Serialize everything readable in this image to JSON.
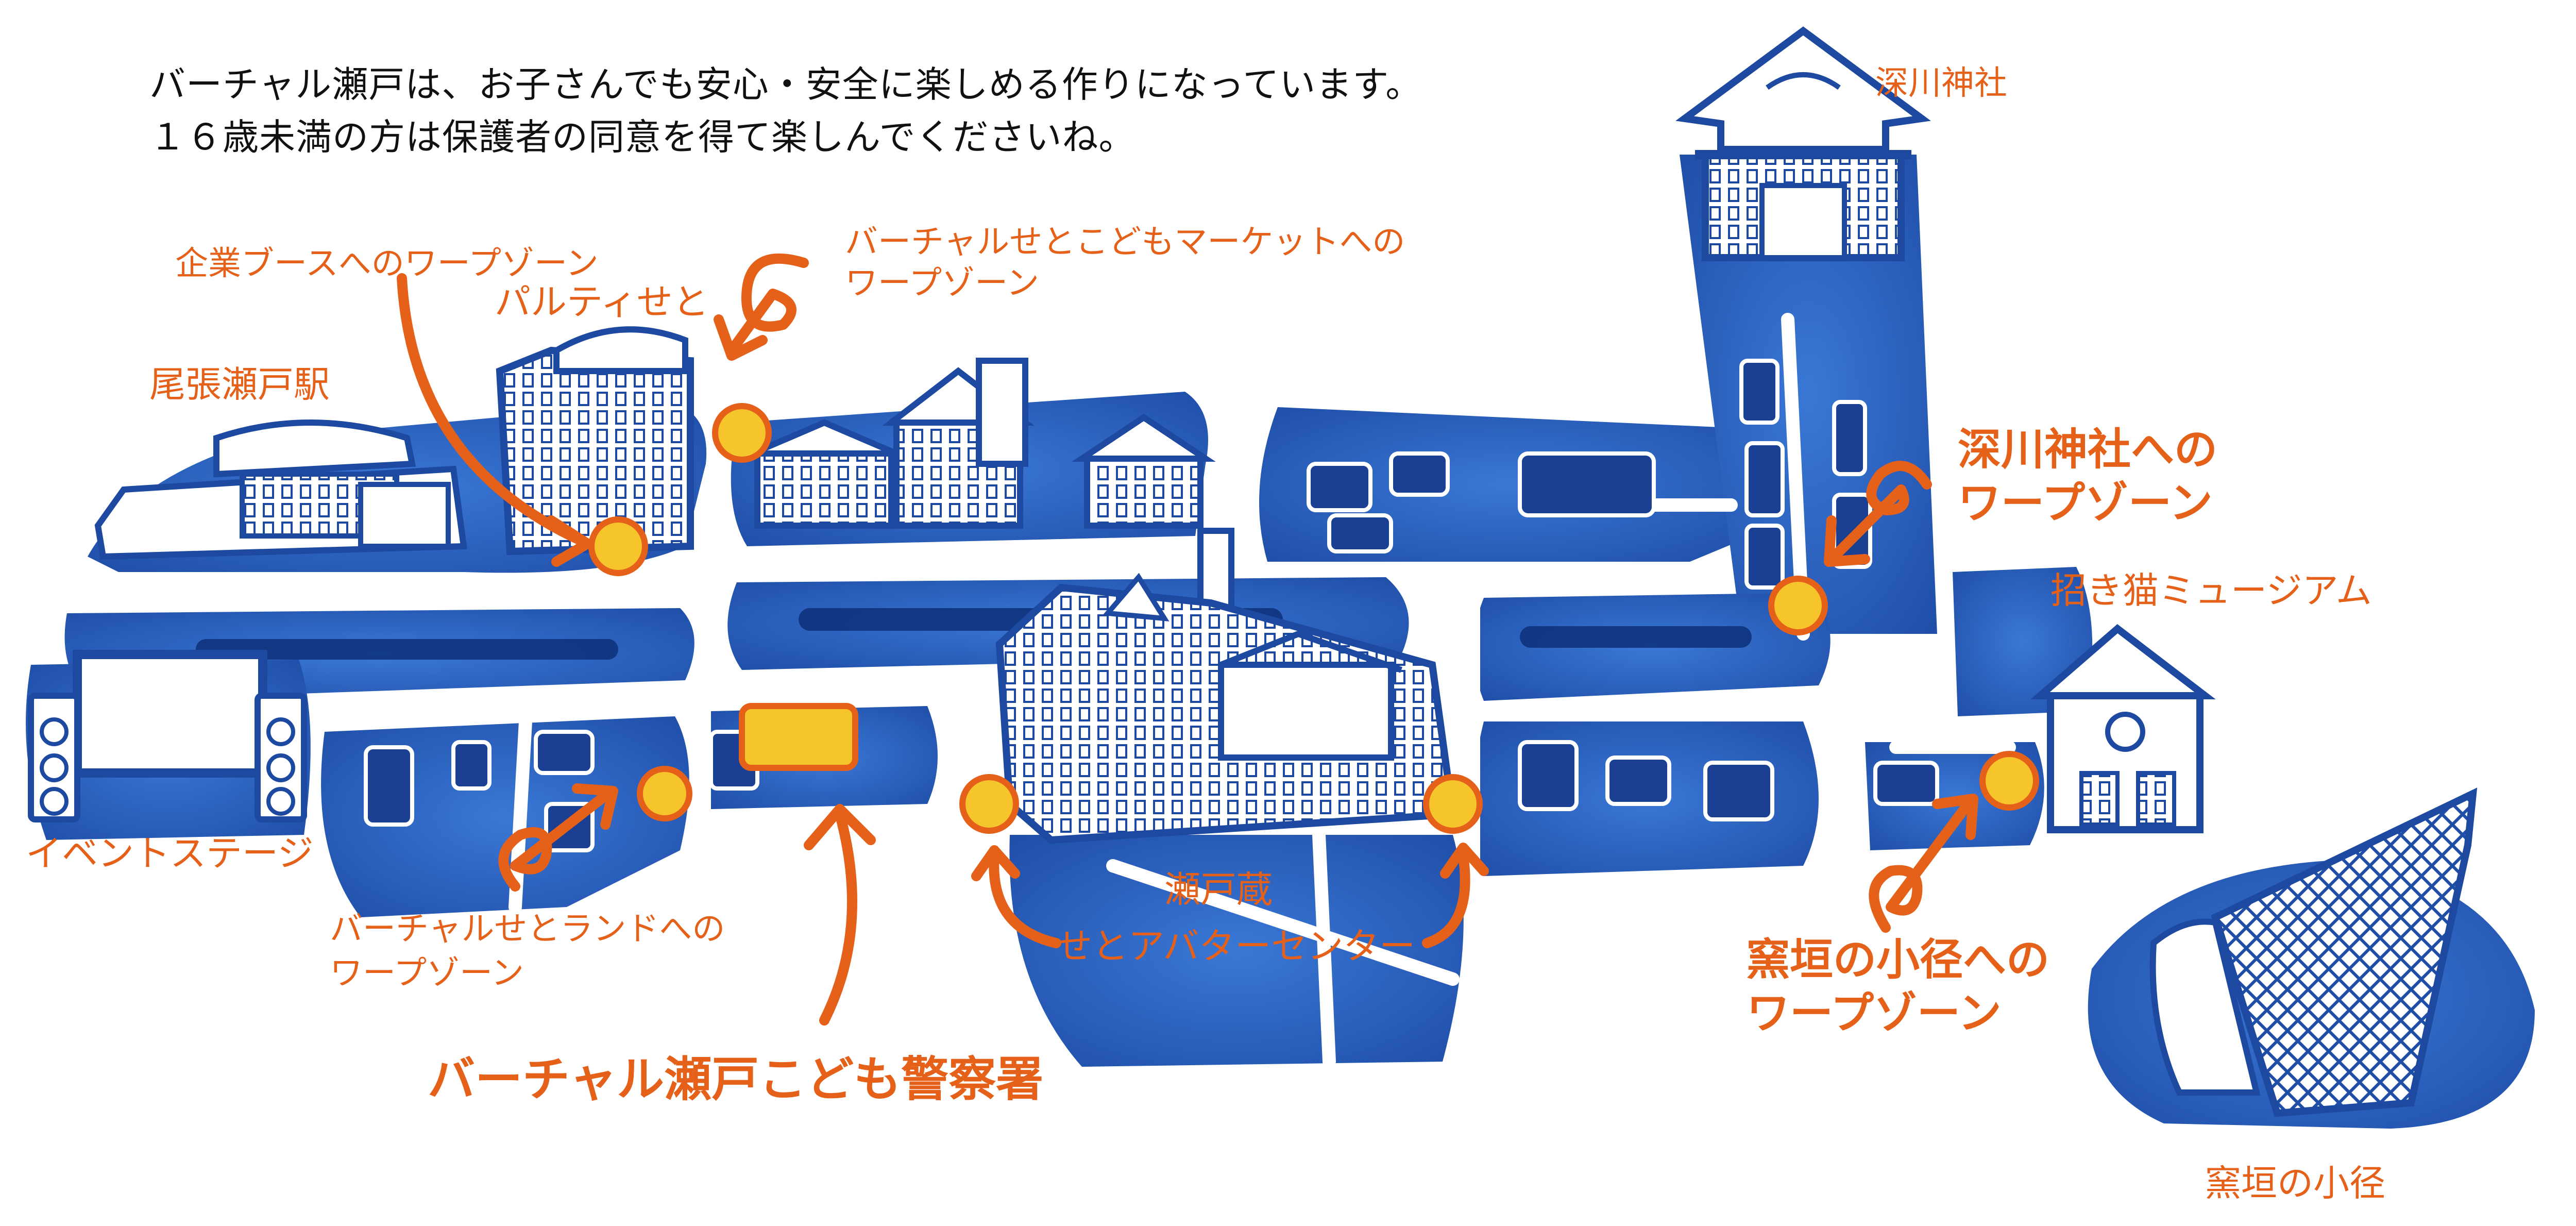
{
  "intro": {
    "line1": "バーチャル瀬戸は、お子さんでも安心・安全に楽しめる作りになっています。",
    "line2": "１６歳未満の方は保護者の同意を得て楽しんでくださいね。"
  },
  "labels": {
    "fukagawa_shrine": "深川神社",
    "owari_seto_station": "尾張瀬戸駅",
    "parti_seto": "パルティせと",
    "event_stage": "イベントステージ",
    "seto_gura": "瀬戸蔵",
    "manekineko_museum": "招き猫ミュージアム",
    "kamagaki_path": "窯垣の小径",
    "avatar_center": "せとアバターセンター",
    "police_station": "バーチャル瀬戸こども警察署"
  },
  "warps": {
    "company_booth": {
      "line1": "企業ブースへのワープゾーン"
    },
    "kids_market": {
      "line1": "バーチャルせとこどもマーケットへの",
      "line2": "ワープゾーン"
    },
    "seto_land": {
      "line1": "バーチャルせとランドへの",
      "line2": "ワープゾーン"
    },
    "fukagawa": {
      "line1": "深川神社への",
      "line2": "ワープゾーン"
    },
    "kamagaki": {
      "line1": "窯垣の小径への",
      "line2": "ワープゾーン"
    }
  },
  "colors": {
    "accent_orange": "#e5611a",
    "warp_yellow": "#f6c52c",
    "map_blue": "#2a64c4",
    "text_dark": "#111111"
  }
}
